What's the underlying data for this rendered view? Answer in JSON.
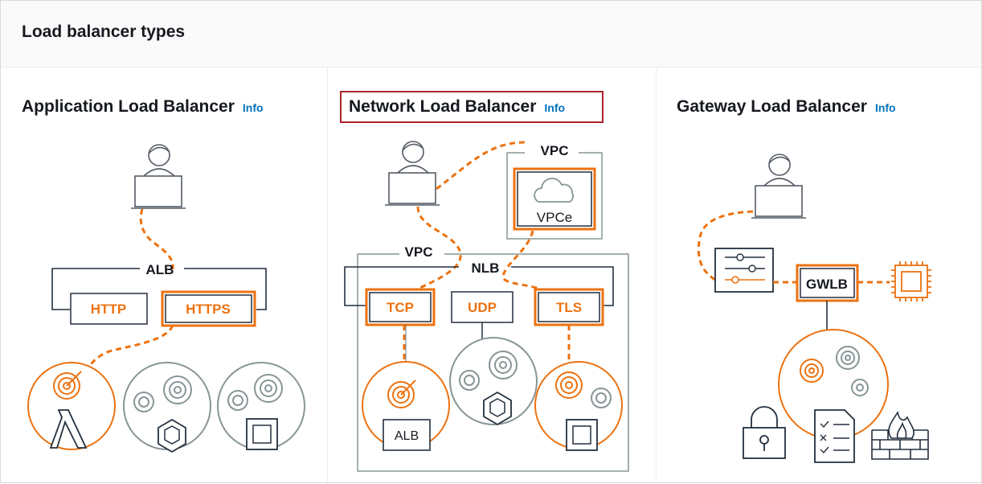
{
  "header": {
    "title": "Load balancer types"
  },
  "cards": [
    {
      "title": "Application Load Balancer",
      "info": "Info",
      "diagram": {
        "balancer": "ALB",
        "listeners": [
          "HTTP",
          "HTTPS"
        ]
      }
    },
    {
      "title": "Network Load Balancer",
      "info": "Info",
      "selected": true,
      "diagram": {
        "outer_vpc": "VPC",
        "endpoint_vpc": "VPC",
        "endpoint": "VPCe",
        "balancer": "NLB",
        "listeners": [
          "TCP",
          "UDP",
          "TLS"
        ],
        "target": "ALB"
      }
    },
    {
      "title": "Gateway Load Balancer",
      "info": "Info",
      "diagram": {
        "balancer": "GWLB"
      }
    }
  ],
  "colors": {
    "accent": "#ec7211",
    "selected_border": "#b0232a",
    "link": "#0073bb",
    "grey": "#879596"
  }
}
